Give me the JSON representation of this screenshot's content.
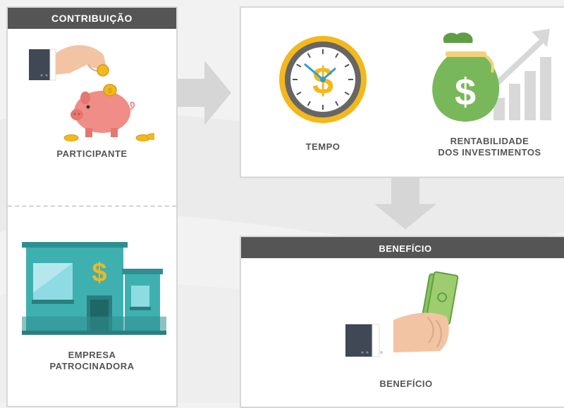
{
  "contribution": {
    "header": "CONTRIBUIÇÃO",
    "participant_label": "PARTICIPANTE",
    "company_label_line1": "EMPRESA",
    "company_label_line2": "PATROCINADORA"
  },
  "growth": {
    "time_label": "TEMPO",
    "returns_label_line1": "RENTABILIDADE",
    "returns_label_line2": "DOS INVESTIMENTOS"
  },
  "benefit": {
    "header": "BENEFÍCIO",
    "label": "BENEFÍCIO"
  },
  "icons": {
    "currency_symbol": "$"
  },
  "colors": {
    "header_bg": "#555555",
    "arrow": "#d6d6d6",
    "clock_ring": "#f3b81c",
    "money_bag": "#79b85a",
    "building": "#3fb0b0",
    "piggy": "#ef8d86"
  }
}
